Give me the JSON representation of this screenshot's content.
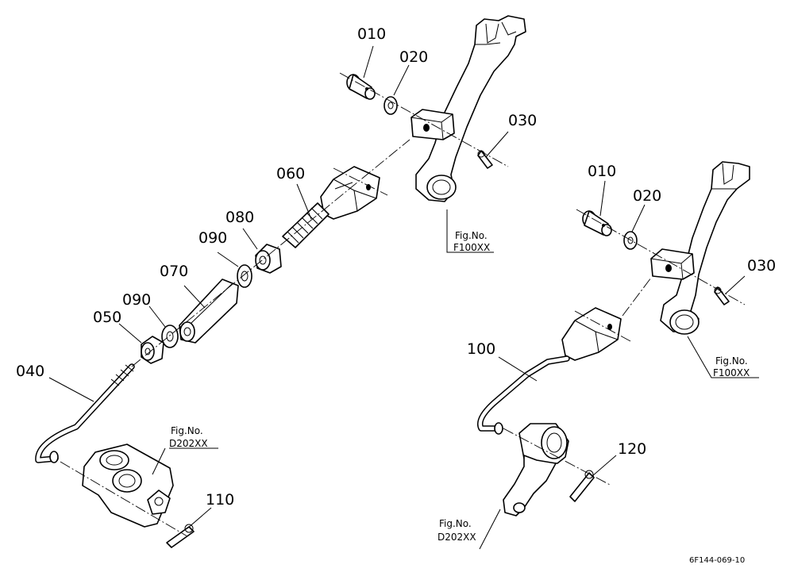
{
  "diagram": {
    "background": "#ffffff",
    "ink": "#000000",
    "labels": [
      {
        "id": "l010a",
        "text": "010"
      },
      {
        "id": "l020a",
        "text": "020"
      },
      {
        "id": "l030a",
        "text": "030"
      },
      {
        "id": "l060",
        "text": "060"
      },
      {
        "id": "l080",
        "text": "080"
      },
      {
        "id": "l090a",
        "text": "090"
      },
      {
        "id": "l070",
        "text": "070"
      },
      {
        "id": "l090b",
        "text": "090"
      },
      {
        "id": "l050",
        "text": "050"
      },
      {
        "id": "l040",
        "text": "040"
      },
      {
        "id": "l110",
        "text": "110"
      },
      {
        "id": "l010b",
        "text": "010"
      },
      {
        "id": "l020b",
        "text": "020"
      },
      {
        "id": "l030b",
        "text": "030"
      },
      {
        "id": "l100",
        "text": "100"
      },
      {
        "id": "l120",
        "text": "120"
      }
    ],
    "figure_refs": [
      {
        "id": "fr1",
        "line1": "Fig.No.",
        "line2": "F100XX"
      },
      {
        "id": "fr2",
        "line1": "Fig.No.",
        "line2": "D202XX"
      },
      {
        "id": "fr3",
        "line1": "Fig.No.",
        "line2": "F100XX"
      },
      {
        "id": "fr4",
        "line1": "Fig.No.",
        "line2": "D202XX"
      }
    ],
    "drawing_code": "6F144-069-10"
  }
}
